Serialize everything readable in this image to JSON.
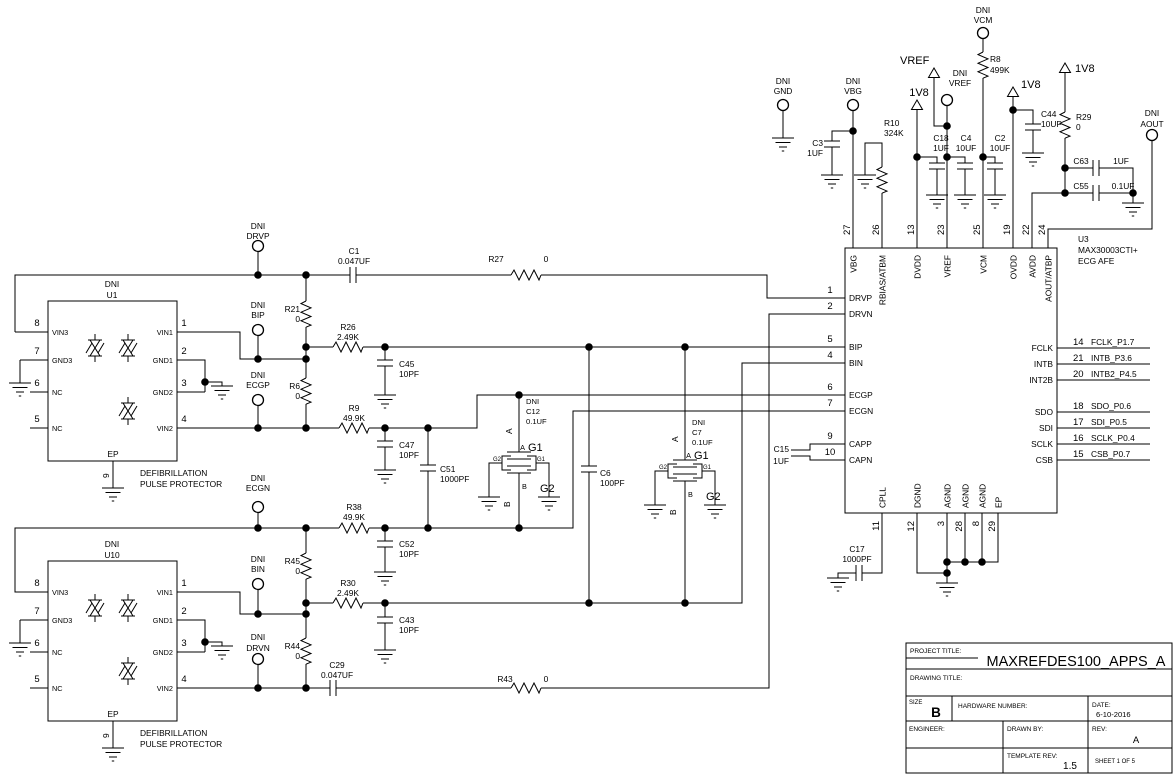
{
  "schematic": {
    "connectors": {
      "gnd": {
        "dni": "DNI",
        "label": "GND"
      },
      "vbg": {
        "dni": "DNI",
        "label": "VBG"
      },
      "vref": {
        "dni": "DNI",
        "label": "VREF"
      },
      "vcm": {
        "dni": "DNI",
        "label": "VCM"
      },
      "aout": {
        "dni": "DNI",
        "label": "AOUT"
      },
      "drvp": {
        "dni": "DNI",
        "label": "DRVP"
      },
      "bip": {
        "dni": "DNI",
        "label": "BIP"
      },
      "ecgp": {
        "dni": "DNI",
        "label": "ECGP"
      },
      "ecgn": {
        "dni": "DNI",
        "label": "ECGN"
      },
      "bin": {
        "dni": "DNI",
        "label": "BIN"
      },
      "drvn": {
        "dni": "DNI",
        "label": "DRVN"
      }
    },
    "power": {
      "vref": "VREF",
      "v18": "1V8"
    },
    "resistors": {
      "R8": {
        "ref": "R8",
        "value": "499K"
      },
      "R10": {
        "ref": "R10",
        "value": "324K"
      },
      "R29": {
        "ref": "R29",
        "value": "0"
      },
      "R21": {
        "ref": "R21",
        "value": "0"
      },
      "R6": {
        "ref": "R6",
        "value": "0"
      },
      "R45": {
        "ref": "R45",
        "value": "0"
      },
      "R44": {
        "ref": "R44",
        "value": "0"
      },
      "R26": {
        "ref": "R26",
        "value": "2.49K"
      },
      "R9": {
        "ref": "R9",
        "value": "49.9K"
      },
      "R38": {
        "ref": "R38",
        "value": "49.9K"
      },
      "R30": {
        "ref": "R30",
        "value": "2.49K"
      },
      "R27": {
        "ref": "R27",
        "value": "0"
      },
      "R43": {
        "ref": "R43",
        "value": "0"
      }
    },
    "capacitors": {
      "C3": {
        "ref": "C3",
        "value": "1UF"
      },
      "C18": {
        "ref": "C18",
        "value": "1UF"
      },
      "C4": {
        "ref": "C4",
        "value": "10UF"
      },
      "C2": {
        "ref": "C2",
        "value": "10UF"
      },
      "C44": {
        "ref": "C44",
        "value": "10UF"
      },
      "C63": {
        "ref": "C63",
        "value": "1UF"
      },
      "C55": {
        "ref": "C55",
        "value": "0.1UF"
      },
      "C1": {
        "ref": "C1",
        "value": "0.047UF"
      },
      "C29": {
        "ref": "C29",
        "value": "0.047UF"
      },
      "C45": {
        "ref": "C45",
        "value": "10PF"
      },
      "C47": {
        "ref": "C47",
        "value": "10PF"
      },
      "C52": {
        "ref": "C52",
        "value": "10PF"
      },
      "C43": {
        "ref": "C43",
        "value": "10PF"
      },
      "C51": {
        "ref": "C51",
        "value": "1000PF"
      },
      "C6": {
        "ref": "C6",
        "value": "100PF"
      },
      "C17": {
        "ref": "C17",
        "value": "1000PF"
      },
      "C15": {
        "ref": "C15",
        "value": "1UF"
      }
    },
    "fets": {
      "left": {
        "dni": "DNI",
        "cap_ref": "C12",
        "cap_value": "0.1UF",
        "name": "G1",
        "term_a": "A",
        "term_b": "B",
        "gate1": "G1",
        "gate2": "G2"
      },
      "right": {
        "dni": "DNI",
        "cap_ref": "C7",
        "cap_value": "0.1UF",
        "name": "G1",
        "term_a": "A",
        "term_b": "B",
        "gate1": "G1",
        "gate2": "G2"
      }
    },
    "protectors": {
      "u1": {
        "dni": "DNI",
        "ref": "U1",
        "caption1": "DEFIBRILLATION",
        "caption2": "PULSE PROTECTOR",
        "ep": "EP",
        "ep_num": "9",
        "left_pins": [
          {
            "num": "8",
            "name": "VIN3"
          },
          {
            "num": "7",
            "name": "GND3"
          },
          {
            "num": "6",
            "name": "NC"
          },
          {
            "num": "5",
            "name": "NC"
          }
        ],
        "right_pins": [
          {
            "num": "1",
            "name": "VIN1"
          },
          {
            "num": "2",
            "name": "GND1"
          },
          {
            "num": "3",
            "name": "GND2"
          },
          {
            "num": "4",
            "name": "VIN2"
          }
        ]
      },
      "u10": {
        "dni": "DNI",
        "ref": "U10",
        "caption1": "DEFIBRILLATION",
        "caption2": "PULSE PROTECTOR",
        "ep": "EP",
        "ep_num": "9",
        "left_pins": [
          {
            "num": "8",
            "name": "VIN3"
          },
          {
            "num": "7",
            "name": "GND3"
          },
          {
            "num": "6",
            "name": "NC"
          },
          {
            "num": "5",
            "name": "NC"
          }
        ],
        "right_pins": [
          {
            "num": "1",
            "name": "VIN1"
          },
          {
            "num": "2",
            "name": "GND1"
          },
          {
            "num": "3",
            "name": "GND2"
          },
          {
            "num": "4",
            "name": "VIN2"
          }
        ]
      }
    },
    "ic": {
      "ref": "U3",
      "part": "MAX30003CTI+",
      "subtitle": "ECG AFE",
      "top_pins": [
        {
          "num": "27",
          "name": "VBG"
        },
        {
          "num": "26",
          "name": "RBIAS/ATBM"
        },
        {
          "num": "13",
          "name": "DVDD"
        },
        {
          "num": "23",
          "name": "VREF"
        },
        {
          "num": "25",
          "name": "VCM"
        },
        {
          "num": "19",
          "name": "OVDD"
        },
        {
          "num": "22",
          "name": "AVDD"
        },
        {
          "num": "24",
          "name": "AOUT/ATBP"
        }
      ],
      "left_pins": [
        {
          "num": "1",
          "name": "DRVP"
        },
        {
          "num": "2",
          "name": "DRVN"
        },
        {
          "num": "5",
          "name": "BIP"
        },
        {
          "num": "4",
          "name": "BIN"
        },
        {
          "num": "6",
          "name": "ECGP"
        },
        {
          "num": "7",
          "name": "ECGN"
        },
        {
          "num": "9",
          "name": "CAPP"
        },
        {
          "num": "10",
          "name": "CAPN"
        }
      ],
      "right_pins": [
        {
          "num": "14",
          "name": "FCLK",
          "net": "FCLK_P1.7"
        },
        {
          "num": "21",
          "name": "INTB",
          "net": "INTB_P3.6"
        },
        {
          "num": "20",
          "name": "INT2B",
          "net": "INTB2_P4.5"
        },
        {
          "num": "18",
          "name": "SDO",
          "net": "SDO_P0.6"
        },
        {
          "num": "17",
          "name": "SDI",
          "net": "SDI_P0.5"
        },
        {
          "num": "16",
          "name": "SCLK",
          "net": "SCLK_P0.4"
        },
        {
          "num": "15",
          "name": "CSB",
          "net": "CSB_P0.7"
        }
      ],
      "bottom_pins": [
        {
          "num": "11",
          "name": "CPLL"
        },
        {
          "num": "12",
          "name": "DGND"
        },
        {
          "num": "3",
          "name": "AGND"
        },
        {
          "num": "28",
          "name": "AGND"
        },
        {
          "num": "8",
          "name": "AGND"
        },
        {
          "num": "29",
          "name": "EP"
        }
      ]
    },
    "title_block": {
      "project_title_label": "PROJECT TITLE:",
      "project_title": "MAXREFDES100_APPS_A",
      "drawing_title_label": "DRAWING TITLE:",
      "size_label": "SIZE",
      "size": "B",
      "hardware_label": "HARDWARE NUMBER:",
      "date_label": "DATE:",
      "date": "6-10-2016",
      "engineer_label": "ENGINEER:",
      "drawn_by_label": "DRAWN BY:",
      "rev_label": "REV:",
      "rev": "A",
      "template_rev_label": "TEMPLATE REV:",
      "template_rev": "1.5",
      "sheet": "SHEET 1 OF 5"
    }
  }
}
